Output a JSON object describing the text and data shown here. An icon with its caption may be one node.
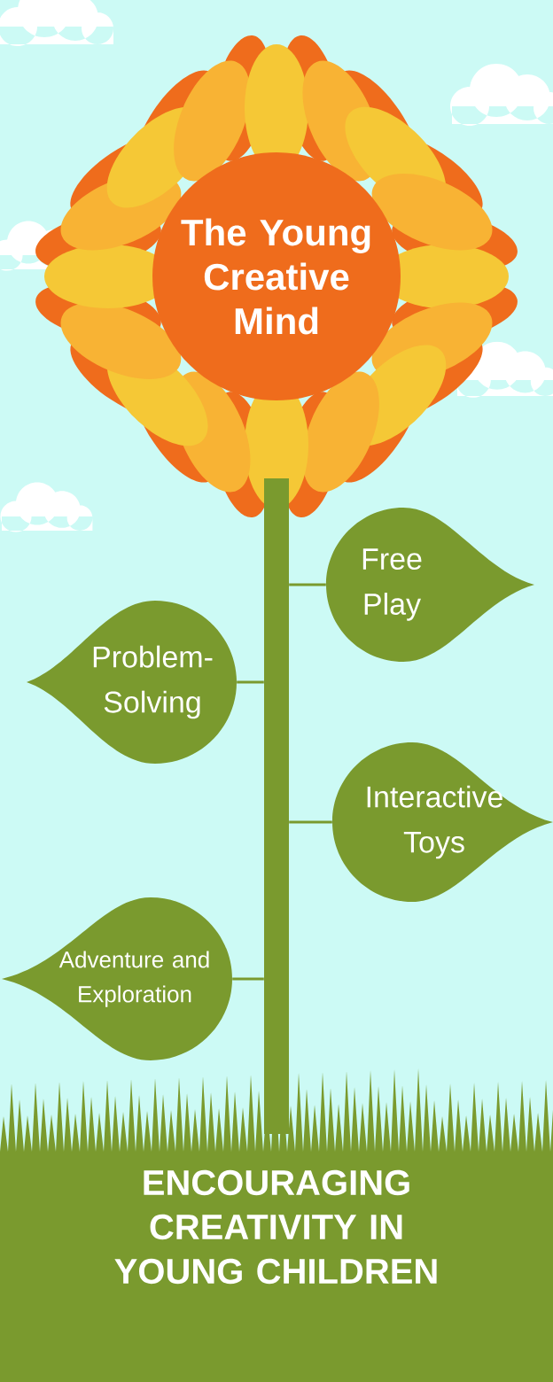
{
  "diagram": {
    "title": "ENCOURAGING CREATIVITY IN YOUNG CHILDREN",
    "nodes": [
      {
        "text": [
          "The Young Creative Mind"
        ]
      },
      {
        "text": [],
        "shape": "bar"
      },
      {
        "text": [
          "Free Play"
        ]
      },
      {
        "text": [
          "Problem-Solving"
        ]
      },
      {
        "text": [
          "Interactive Toys"
        ]
      },
      {
        "text": [
          "Adventure and Exploration"
        ]
      }
    ],
    "edges": [
      {
        "from": 1,
        "to": 2,
        "arrow": "none"
      },
      {
        "from": 1,
        "to": 3,
        "arrow": "none"
      },
      {
        "from": 1,
        "to": 4,
        "arrow": "none"
      },
      {
        "from": 1,
        "to": 5,
        "arrow": "none"
      }
    ]
  }
}
